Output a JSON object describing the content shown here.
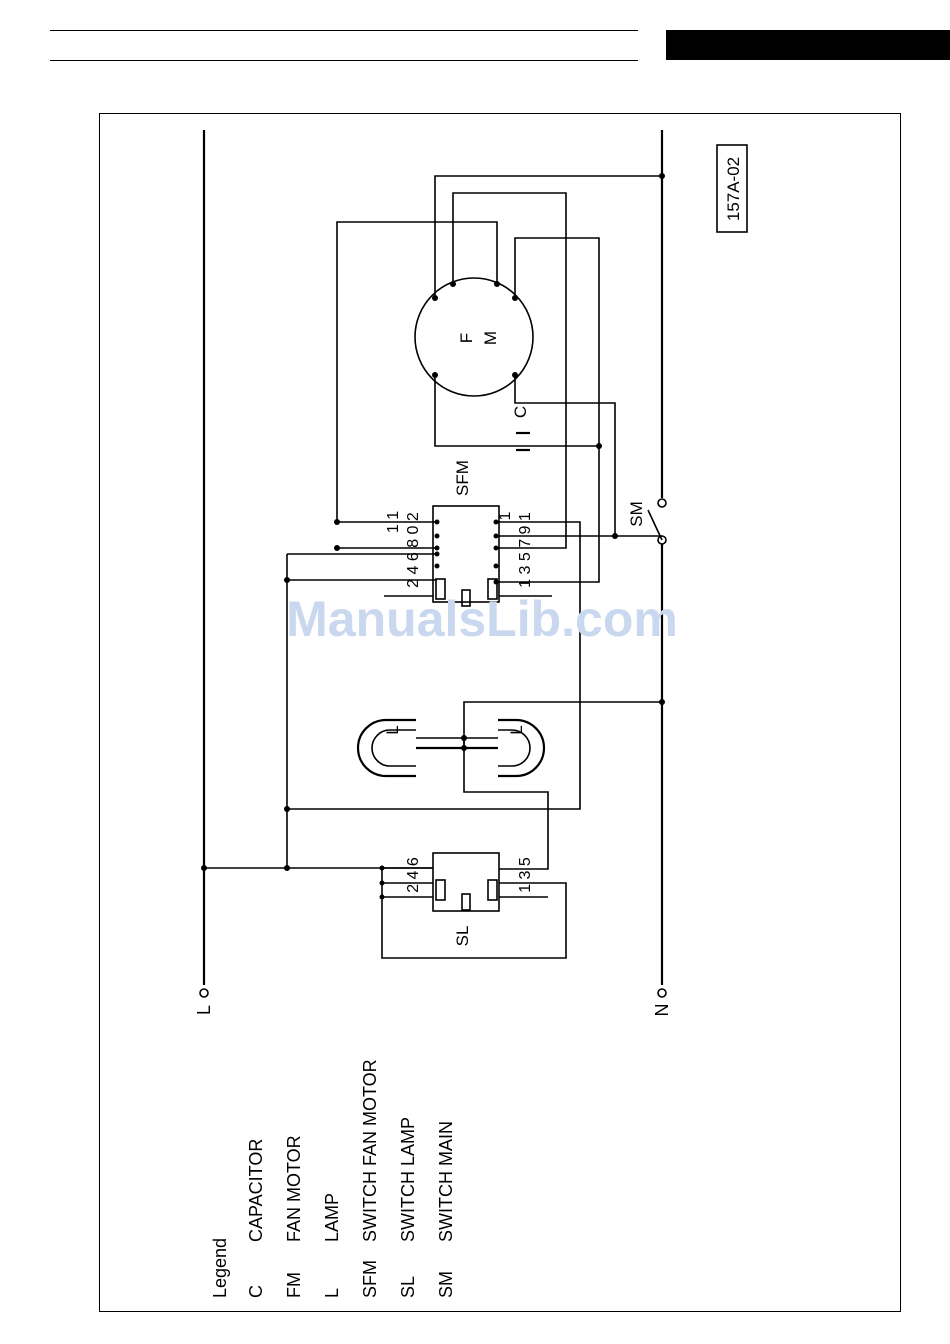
{
  "diagram_id": "157A-02",
  "terminals": {
    "line": "L",
    "neutral": "N"
  },
  "components": {
    "fan_motor": {
      "line1": "F",
      "line2": "M"
    },
    "capacitor": "C",
    "switch_fan_motor": {
      "label": "SFM",
      "top_row": "2 4 6 8 0 2",
      "top_row_prefix": "1 1",
      "bottom_row": "1 3 5 7 9 1",
      "bottom_row_prefix": "1"
    },
    "switch_main": "SM",
    "switch_lamp": {
      "label": "SL",
      "top_row": "2 4 6",
      "bottom_row": "1 3 5"
    },
    "lamp_left": "L",
    "lamp_right": "L"
  },
  "legend": {
    "title": "Legend",
    "items": [
      {
        "code": "C",
        "desc": "CAPACITOR"
      },
      {
        "code": "FM",
        "desc": "FAN MOTOR"
      },
      {
        "code": "L",
        "desc": "LAMP"
      },
      {
        "code": "SFM",
        "desc": "SWITCH FAN MOTOR"
      },
      {
        "code": "SL",
        "desc": "SWITCH LAMP"
      },
      {
        "code": "SM",
        "desc": "SWITCH MAIN"
      }
    ]
  },
  "watermark": "ManualsLib.com"
}
